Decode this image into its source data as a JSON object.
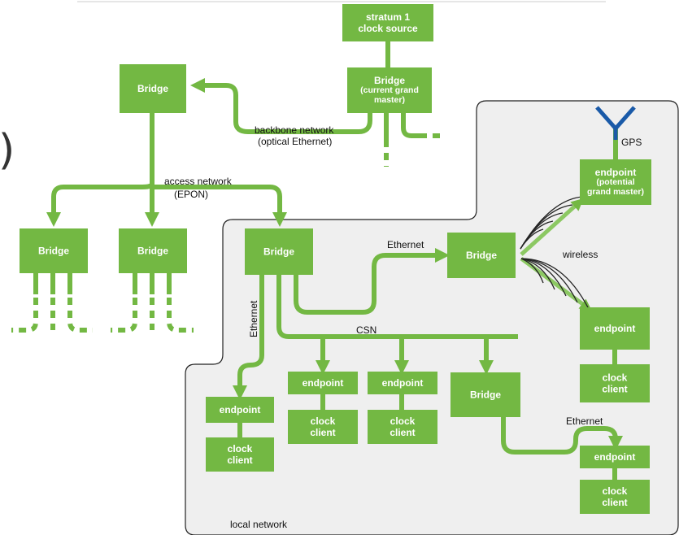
{
  "colors": {
    "node": "#73b843",
    "region": "#efefef",
    "antenna": "#1a5aa8"
  },
  "region": {
    "label": "local network"
  },
  "nodes": {
    "stratum": [
      "stratum 1",
      "clock source"
    ],
    "gm_bridge": [
      "Bridge",
      "(current grand",
      "master)"
    ],
    "bridge_top_left": [
      "Bridge"
    ],
    "bridge_left_1": [
      "Bridge"
    ],
    "bridge_left_2": [
      "Bridge"
    ],
    "bridge_local": [
      "Bridge"
    ],
    "bridge_ethernet": [
      "Bridge"
    ],
    "bridge_csn": [
      "Bridge"
    ],
    "endpoint_gps": [
      "endpoint",
      "(potential",
      "grand master)"
    ],
    "endpoint_wireless": [
      "endpoint"
    ],
    "clock_wireless": [
      "clock",
      "client"
    ],
    "endpoint_left": [
      "endpoint"
    ],
    "clock_left": [
      "clock",
      "client"
    ],
    "endpoint_mid_1": [
      "endpoint"
    ],
    "clock_mid_1": [
      "clock",
      "client"
    ],
    "endpoint_mid_2": [
      "endpoint"
    ],
    "clock_mid_2": [
      "clock",
      "client"
    ],
    "endpoint_br": [
      "endpoint"
    ],
    "clock_br": [
      "clock",
      "client"
    ]
  },
  "labels": {
    "backbone": [
      "backbone network",
      "(optical Ethernet)"
    ],
    "access": [
      "access network",
      "(EPON)"
    ],
    "ethernet_top": "Ethernet",
    "wireless": "wireless",
    "gps": "GPS",
    "csn": "CSN",
    "ethernet_vertical": "Ethernet",
    "ethernet_bottom": "Ethernet",
    "cut_paren": ")"
  }
}
